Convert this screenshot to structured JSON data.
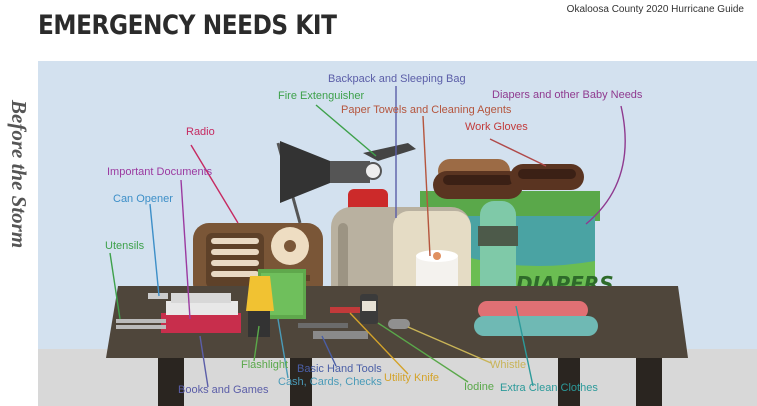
{
  "header": {
    "title": "EMERGENCY NEEDS KIT",
    "guide": "Okaloosa County 2020 Hurricane Guide",
    "side_label": "Before the Storm"
  },
  "colors": {
    "sky": "#d3e1ef",
    "table": "#4f463b",
    "floor": "#d8d8d8",
    "radio": "#7a5637",
    "backpack": "#b9b1a0",
    "diapers_box": "#6bbd52",
    "gloves": "#5a3421"
  },
  "labels": {
    "backpack": "Backpack and Sleeping Bag",
    "diapers": "Diapers and other Baby Needs",
    "fire": "Fire Extenguisher",
    "paper": "Paper Towels and Cleaning Agents",
    "gloves": "Work Gloves",
    "radio": "Radio",
    "documents": "Important Documents",
    "opener": "Can Opener",
    "utensils": "Utensils",
    "flashlight": "Flashlight",
    "tools": "Basic Hand Tools",
    "cash": "Cash, Cards, Checks",
    "whistle": "Whistle",
    "knife": "Utility Knife",
    "iodine": "Iodine",
    "clothes": "Extra Clean Clothes",
    "books": "Books and Games"
  },
  "items": {
    "diapers_text": "DIAPERS"
  }
}
